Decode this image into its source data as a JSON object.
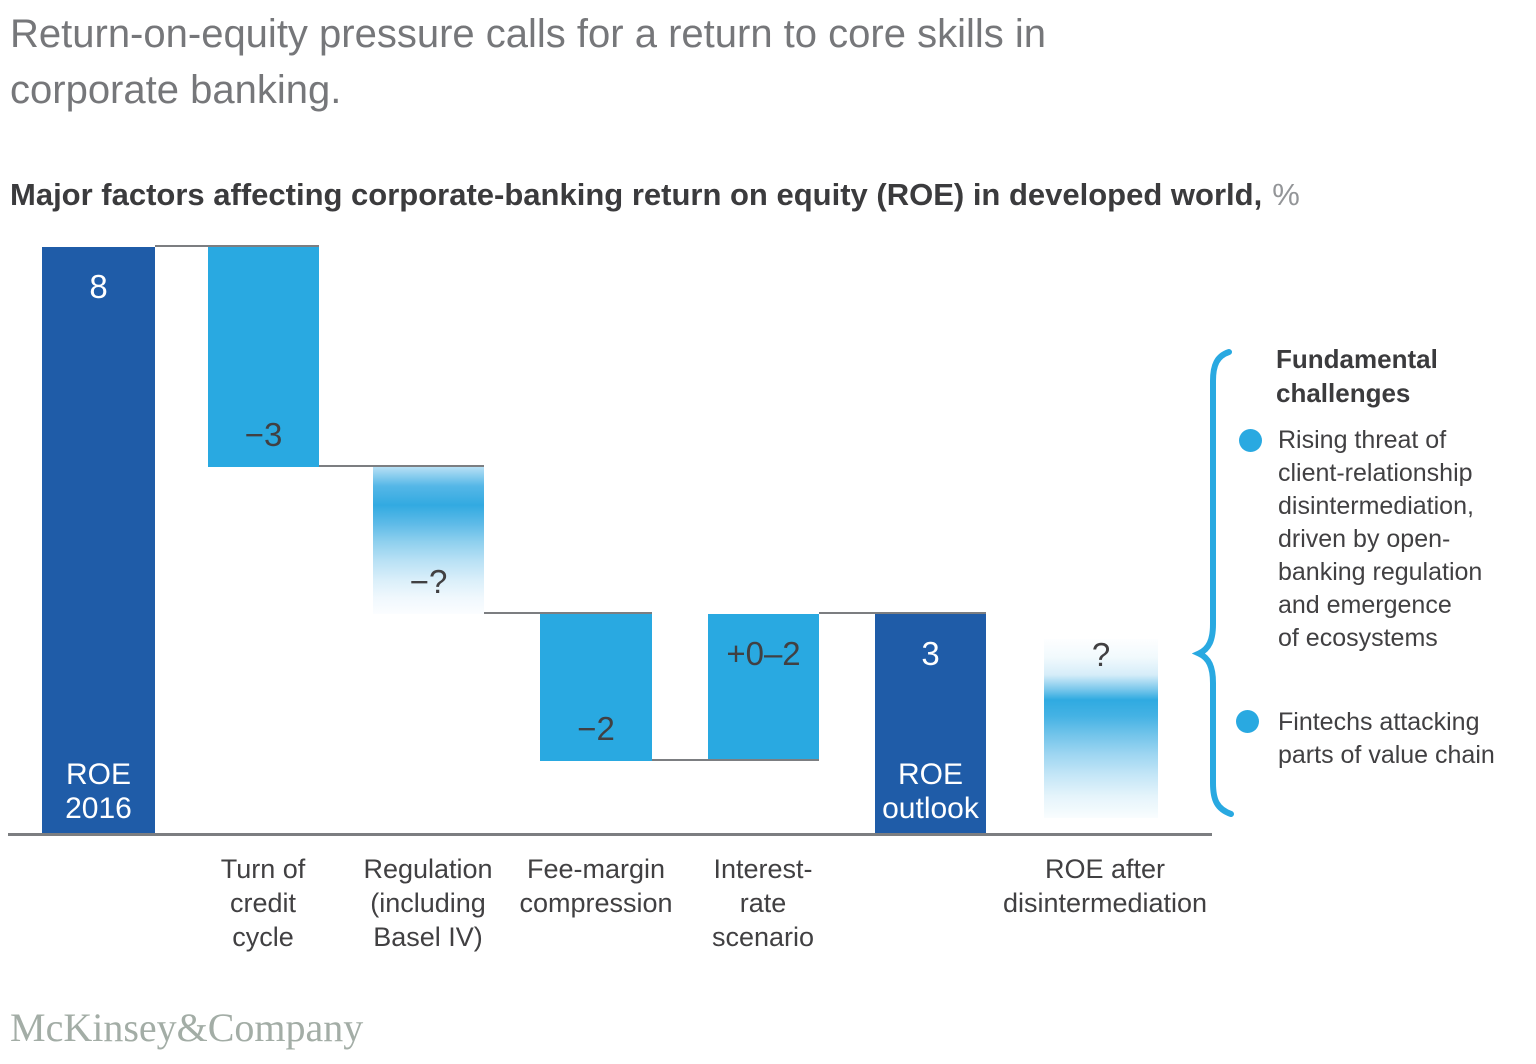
{
  "title": "Return-on-equity pressure calls for a return to core skills in\ncorporate banking.",
  "subtitle": {
    "text": "Major factors affecting corporate-banking return on equity (ROE) in developed world,",
    "unit": "%"
  },
  "chart_data": {
    "type": "waterfall",
    "title": "Major factors affecting corporate-banking return on equity (ROE) in developed world, %",
    "unit": "%",
    "ylim": [
      0,
      8
    ],
    "grid": false,
    "bars": [
      {
        "category": "ROE 2016",
        "value_label": "8",
        "start": 0,
        "end": 8,
        "kind": "total",
        "inner_caption": "ROE\n2016"
      },
      {
        "category": "Turn of\ncredit\ncycle",
        "value_label": "−3",
        "start": 8,
        "end": 5,
        "kind": "decrease"
      },
      {
        "category": "Regulation\n(including\nBasel IV)",
        "value_label": "−?",
        "start": 5,
        "end": 3,
        "kind": "decrease-uncertain"
      },
      {
        "category": "Fee-margin\ncompression",
        "value_label": "−2",
        "start": 3,
        "end": 1,
        "kind": "decrease"
      },
      {
        "category": "Interest-\nrate\nscenario",
        "value_label": "+0–2",
        "start": 1,
        "end": 3,
        "kind": "increase"
      },
      {
        "category": "ROE outlook",
        "value_label": "3",
        "start": 0,
        "end": 3,
        "kind": "total",
        "inner_caption": "ROE\noutlook"
      },
      {
        "category": "ROE after\ndisintermediation",
        "value_label": "?",
        "start": 0.25,
        "end": 2.65,
        "kind": "uncertain"
      }
    ]
  },
  "annotation": {
    "heading": "Fundamental\nchallenges",
    "bullets": [
      "Rising threat of\nclient-relationship\ndisintermediation,\ndriven by open-\nbanking regulation\nand emergence\nof ecosystems",
      "Fintechs attacking\nparts of value chain"
    ]
  },
  "logo": "McKinsey&Company",
  "colors": {
    "bar_dark_blue": "#1f5ca8",
    "bar_light_blue": "#29a9e1",
    "accent_blue": "#29a9e1",
    "text_dark": "#414042",
    "title_gray": "#76777a",
    "subtitle_dark": "#3b3b3d",
    "percent_gray": "#939598",
    "line_gray": "#7c7e81",
    "logo_gray": "#a3ada6"
  }
}
